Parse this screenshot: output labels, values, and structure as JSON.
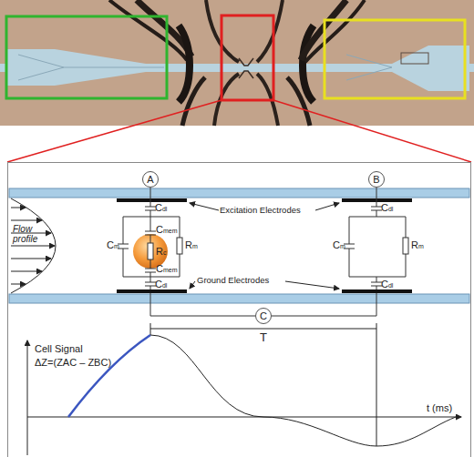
{
  "diagram": {
    "nodes": [
      {
        "text": [
          "A"
        ]
      },
      {
        "text": [
          "B"
        ]
      },
      {
        "text": [
          "C"
        ]
      }
    ],
    "labels": [
      "Cdl",
      "Cdl",
      "Excitation Electrodes",
      "Flow profile",
      "Cmem",
      "Cm",
      "Rc",
      "Rm",
      "Cm",
      "Rm",
      "Cmem",
      "Ground Electrodes",
      "Cdl",
      "Cdl",
      "Cell Signal",
      "ΔZ=(ZAC – ZBC)",
      "T",
      "t (ms)"
    ]
  }
}
